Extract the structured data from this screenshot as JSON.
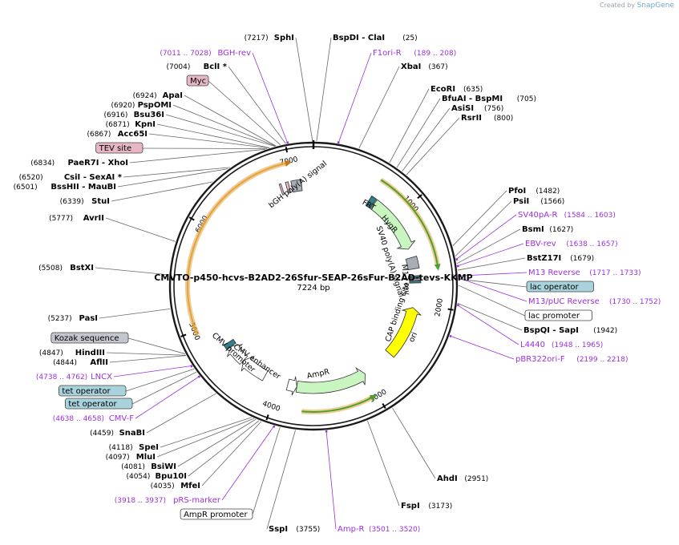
{
  "credit": {
    "prefix": "Created by",
    "brand": "SnapGene"
  },
  "plasmid": {
    "name": "CMVTO-p450-hcvs-B2AD2-26Sfur-SEAP-26sFur-B2AD-tevs-KKMP",
    "size_label": "7224 bp",
    "length": 7224
  },
  "colors": {
    "backbone": "#1a1a1a",
    "site": "#000000",
    "primer": "#9b30d9",
    "feature_grey": "#a9adb5",
    "feature_pink": "#e6b8c8",
    "feature_teal": "#2f7f8c",
    "feature_green": "#c9f5c1",
    "feature_yellow": "#ffff00",
    "feature_white": "#ffffff",
    "orf_orange": "#e3a33e",
    "orf_green": "#4aa12d"
  },
  "ticks": [
    {
      "bp": 1000,
      "label": "1000"
    },
    {
      "bp": 2000,
      "label": "2000"
    },
    {
      "bp": 3000,
      "label": "3000"
    },
    {
      "bp": 4000,
      "label": "4000"
    },
    {
      "bp": 5000,
      "label": "5000"
    },
    {
      "bp": 6000,
      "label": "6000"
    },
    {
      "bp": 7000,
      "label": "7000"
    }
  ],
  "sites_right": [
    {
      "kind": "site",
      "pos": "(25)",
      "name": "BspDI - ClaI",
      "bp": 25
    },
    {
      "kind": "primer",
      "pos": "(189 .. 208)",
      "name": "F1ori-R",
      "bp": 198
    },
    {
      "kind": "site",
      "pos": "(367)",
      "name": "XbaI",
      "bp": 367
    },
    {
      "kind": "site",
      "pos": "(635)",
      "name": "EcoRI",
      "bp": 635
    },
    {
      "kind": "site",
      "pos": "(705)",
      "name": "BfuAI - BspMI",
      "bp": 705
    },
    {
      "kind": "site",
      "pos": "(756)",
      "name": "AsiSI",
      "bp": 756
    },
    {
      "kind": "site",
      "pos": "(800)",
      "name": "RsrII",
      "bp": 800
    },
    {
      "kind": "site",
      "pos": "(1482)",
      "name": "PfoI",
      "bp": 1482
    },
    {
      "kind": "site",
      "pos": "(1566)",
      "name": "PsiI",
      "bp": 1566
    },
    {
      "kind": "primer",
      "pos": "(1584 .. 1603)",
      "name": "SV40pA-R",
      "bp": 1593
    },
    {
      "kind": "site",
      "pos": "(1627)",
      "name": "BsmI",
      "bp": 1627
    },
    {
      "kind": "primer",
      "pos": "(1638 .. 1657)",
      "name": "EBV-rev",
      "bp": 1647
    },
    {
      "kind": "site",
      "pos": "(1679)",
      "name": "BstZ17I",
      "bp": 1679
    },
    {
      "kind": "primer",
      "pos": "(1717 .. 1733)",
      "name": "M13 Reverse",
      "bp": 1725
    },
    {
      "kind": "box",
      "style": "teal",
      "name": "lac operator",
      "bp": 1750
    },
    {
      "kind": "primer",
      "pos": "(1730 .. 1752)",
      "name": "M13/pUC Reverse",
      "bp": 1741
    },
    {
      "kind": "box",
      "style": "white",
      "name": "lac promoter",
      "bp": 1800
    },
    {
      "kind": "site",
      "pos": "(1942)",
      "name": "BspQI - SapI",
      "bp": 1942
    },
    {
      "kind": "primer",
      "pos": "(1948 .. 1965)",
      "name": "L4440",
      "bp": 1956
    },
    {
      "kind": "primer",
      "pos": "(2199 .. 2218)",
      "name": "pBR322ori-F",
      "bp": 2208
    },
    {
      "kind": "site",
      "pos": "(2951)",
      "name": "AhdI",
      "bp": 2951
    },
    {
      "kind": "site",
      "pos": "(3173)",
      "name": "FspI",
      "bp": 3173
    },
    {
      "kind": "primer",
      "pos": "(3501 .. 3520)",
      "name": "Amp-R",
      "bp": 3510
    },
    {
      "kind": "site",
      "pos": "(3755)",
      "name": "SspI",
      "bp": 3755
    }
  ],
  "sites_left": [
    {
      "kind": "site",
      "pos": "(7217)",
      "name": "SphI",
      "bp": 7217
    },
    {
      "kind": "primer",
      "pos": "(7011 .. 7028)",
      "name": "BGH-rev",
      "bp": 7019
    },
    {
      "kind": "site",
      "pos": "(7004)",
      "name": "BclI *",
      "bp": 7004
    },
    {
      "kind": "box",
      "style": "pink",
      "name": "Myc",
      "bp": 6960
    },
    {
      "kind": "site",
      "pos": "(6924)",
      "name": "ApaI",
      "bp": 6924
    },
    {
      "kind": "site",
      "pos": "(6920)",
      "name": "PspOMI",
      "bp": 6920
    },
    {
      "kind": "site",
      "pos": "(6916)",
      "name": "Bsu36I",
      "bp": 6916
    },
    {
      "kind": "site",
      "pos": "(6871)",
      "name": "KpnI",
      "bp": 6871
    },
    {
      "kind": "site",
      "pos": "(6867)",
      "name": "Acc65I",
      "bp": 6867
    },
    {
      "kind": "box",
      "style": "pink",
      "name": "TEV site",
      "bp": 6850
    },
    {
      "kind": "site",
      "pos": "(6834)",
      "name": "PaeR7I - XhoI",
      "bp": 6834
    },
    {
      "kind": "site",
      "pos": "(6520)",
      "name": "CsiI - SexAI *",
      "bp": 6520
    },
    {
      "kind": "site",
      "pos": "(6501)",
      "name": "BssHII - MauBI",
      "bp": 6501
    },
    {
      "kind": "site",
      "pos": "(6339)",
      "name": "StuI",
      "bp": 6339
    },
    {
      "kind": "site",
      "pos": "(5777)",
      "name": "AvrII",
      "bp": 5777
    },
    {
      "kind": "site",
      "pos": "(5508)",
      "name": "BstXI",
      "bp": 5508
    },
    {
      "kind": "site",
      "pos": "(5237)",
      "name": "PasI",
      "bp": 5237
    },
    {
      "kind": "box",
      "style": "grey",
      "name": "Kozak sequence",
      "bp": 4860
    },
    {
      "kind": "site",
      "pos": "(4847)",
      "name": "HindIII",
      "bp": 4847
    },
    {
      "kind": "site",
      "pos": "(4844)",
      "name": "AflII",
      "bp": 4844
    },
    {
      "kind": "primer",
      "pos": "(4738 .. 4762)",
      "name": "LNCX",
      "bp": 4750
    },
    {
      "kind": "box",
      "style": "teal",
      "name": "tet operator",
      "bp": 4720
    },
    {
      "kind": "box",
      "style": "teal",
      "name": "tet operator",
      "bp": 4690
    },
    {
      "kind": "primer",
      "pos": "(4638 .. 4658)",
      "name": "CMV-F",
      "bp": 4648
    },
    {
      "kind": "site",
      "pos": "(4459)",
      "name": "SnaBI",
      "bp": 4459
    },
    {
      "kind": "site",
      "pos": "(4118)",
      "name": "SpeI",
      "bp": 4118
    },
    {
      "kind": "site",
      "pos": "(4097)",
      "name": "MluI",
      "bp": 4097
    },
    {
      "kind": "site",
      "pos": "(4081)",
      "name": "BsiWI",
      "bp": 4081
    },
    {
      "kind": "site",
      "pos": "(4054)",
      "name": "Bpu10I",
      "bp": 4054
    },
    {
      "kind": "site",
      "pos": "(4035)",
      "name": "MfeI",
      "bp": 4035
    },
    {
      "kind": "primer",
      "pos": "(3918 .. 3937)",
      "name": "pRS-marker",
      "bp": 3927
    },
    {
      "kind": "box",
      "style": "white",
      "name": "AmpR promoter",
      "bp": 3880
    }
  ],
  "features": [
    {
      "name": "FRT",
      "type": "box",
      "start": 660,
      "end": 720,
      "style": "teal"
    },
    {
      "name": "HygR",
      "type": "arrow",
      "start": 730,
      "end": 1380,
      "style": "green",
      "dir": 1
    },
    {
      "name": "SV40 poly(A) signal",
      "type": "box",
      "start": 1480,
      "end": 1610,
      "style": "grey"
    },
    {
      "name": "M13 rev",
      "type": "box",
      "start": 1720,
      "end": 1740,
      "style": "grey"
    },
    {
      "name": "lac operator",
      "type": "box",
      "start": 1750,
      "end": 1770,
      "style": "teal"
    },
    {
      "name": "CAP binding site",
      "type": "box",
      "start": 1690,
      "end": 1710,
      "style": "teal"
    },
    {
      "name": "ori",
      "type": "arrow",
      "start": 2050,
      "end": 2640,
      "style": "yellow",
      "dir": -1
    },
    {
      "name": "AmpR",
      "type": "arrow",
      "start": 3000,
      "end": 3800,
      "style": "green",
      "dir": -1
    },
    {
      "name": "AmpR promoter",
      "type": "arrow",
      "start": 3800,
      "end": 3905,
      "style": "white",
      "dir": -1
    },
    {
      "name": "CMV enhancer",
      "type": "arrow",
      "start": 4180,
      "end": 4480,
      "style": "white",
      "dir": 1
    },
    {
      "name": "CMV promoter",
      "type": "arrow",
      "start": 4480,
      "end": 4690,
      "style": "white",
      "dir": 1
    },
    {
      "name": "tet operator",
      "type": "box",
      "start": 4690,
      "end": 4745,
      "style": "teal"
    },
    {
      "name": "bGH poly(A) signal",
      "type": "box",
      "start": 6980,
      "end": 7090,
      "style": "grey"
    },
    {
      "name": "Myc",
      "type": "box",
      "start": 6920,
      "end": 6950,
      "style": "pink"
    },
    {
      "name": "TEV site",
      "type": "box",
      "start": 6850,
      "end": 6870,
      "style": "pink"
    }
  ],
  "orf_arcs": [
    {
      "start": 650,
      "end": 1620,
      "dir": 1,
      "style": "orange_green"
    },
    {
      "start": 3050,
      "end": 3720,
      "dir": -1,
      "style": "green_orange"
    },
    {
      "start": 4960,
      "end": 6980,
      "dir": 1,
      "style": "orange"
    }
  ],
  "feature_labels": [
    {
      "text": "bGH poly(A) signal",
      "bp": 7050,
      "r": 128,
      "rot": -38
    },
    {
      "text": "FRT",
      "bp": 690,
      "r": 122,
      "rot": 30
    },
    {
      "text": "HygR",
      "bp": 1020,
      "r": 122,
      "rot": 50
    },
    {
      "text": "SV40 poly(A) signal",
      "bp": 1450,
      "r": 100,
      "rot": 72
    },
    {
      "text": "M13 rev",
      "bp": 1725,
      "r": 115,
      "rot": 84
    },
    {
      "text": "CAP binding site",
      "bp": 2150,
      "r": 110,
      "rot": -72
    },
    {
      "text": "ori",
      "bp": 2350,
      "r": 140,
      "rot": -66
    },
    {
      "text": "AmpR",
      "bp": 3550,
      "r": 110,
      "rot": -12
    },
    {
      "text": "CMV enhancer",
      "bp": 4350,
      "r": 118,
      "rot": 35
    },
    {
      "text": "CMV promoter",
      "bp": 4620,
      "r": 130,
      "rot": 42
    }
  ]
}
